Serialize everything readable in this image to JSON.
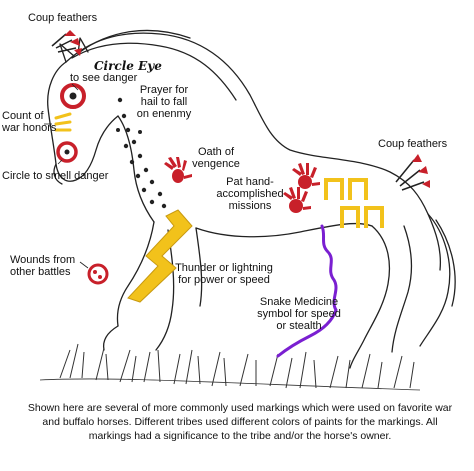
{
  "labels": {
    "coup_feathers_left": "Coup feathers",
    "circle_eye": "Circle Eye",
    "see_danger": "to see danger",
    "prayer": [
      "Prayer for",
      "hail to fall",
      "on enenmy"
    ],
    "count_war_honors": [
      "Count of",
      "war honors"
    ],
    "circle_smell": "Circle to smell danger",
    "oath": [
      "Oath of",
      "vengence"
    ],
    "pat_hand": [
      "Pat hand-",
      "accomplished",
      "missions"
    ],
    "coup_feathers_right": "Coup feathers",
    "wounds": [
      "Wounds from",
      "other battles"
    ],
    "thunder": [
      "Thunder or lightning",
      "for power or speed"
    ],
    "snake": [
      "Snake Medicine",
      "symbol for speed",
      "or stealth"
    ]
  },
  "caption": "Shown here are several of more commonly used markings which were used on favorite war and buffalo horses. Different tribes used different colors of paints for the markings. All markings had a significance to the tribe and/or the horse's owner.",
  "colors": {
    "red": "#c8202a",
    "yellow": "#f2c21b",
    "purple": "#7a1fd1",
    "line": "#222222"
  }
}
